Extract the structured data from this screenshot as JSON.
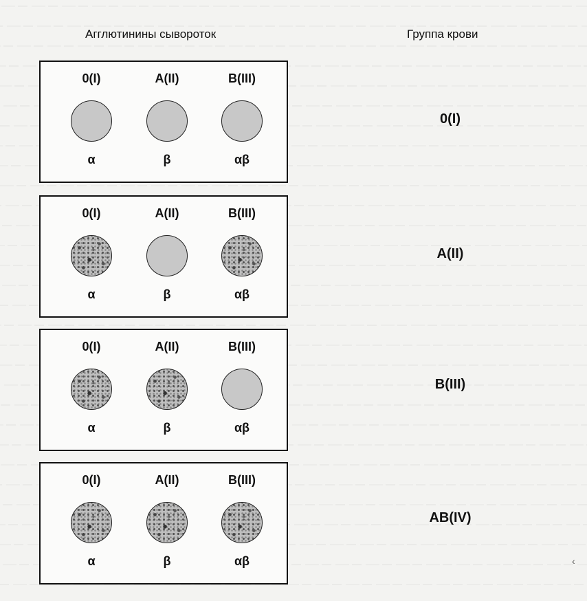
{
  "headers": {
    "agglutinins": "Агглютинины сывороток",
    "blood_group": "Группа крови"
  },
  "panels": [
    {
      "columns": [
        "0(I)",
        "A(II)",
        "B(III)"
      ],
      "serums": [
        "α",
        "β",
        "αβ"
      ],
      "agglutination": [
        false,
        false,
        false
      ],
      "group": "0(I)"
    },
    {
      "columns": [
        "0(I)",
        "A(II)",
        "B(III)"
      ],
      "serums": [
        "α",
        "β",
        "αβ"
      ],
      "agglutination": [
        true,
        false,
        true
      ],
      "group": "A(II)"
    },
    {
      "columns": [
        "0(I)",
        "A(II)",
        "B(III)"
      ],
      "serums": [
        "α",
        "β",
        "αβ"
      ],
      "agglutination": [
        true,
        true,
        false
      ],
      "group": "B(III)"
    },
    {
      "columns": [
        "0(I)",
        "A(II)",
        "B(III)"
      ],
      "serums": [
        "α",
        "β",
        "αβ"
      ],
      "agglutination": [
        true,
        true,
        true
      ],
      "group": "AB(IV)"
    }
  ],
  "colors": {
    "no_agglutination": "#c8c8c8",
    "agglutination": "#bfbfbf",
    "border": "#111111"
  }
}
